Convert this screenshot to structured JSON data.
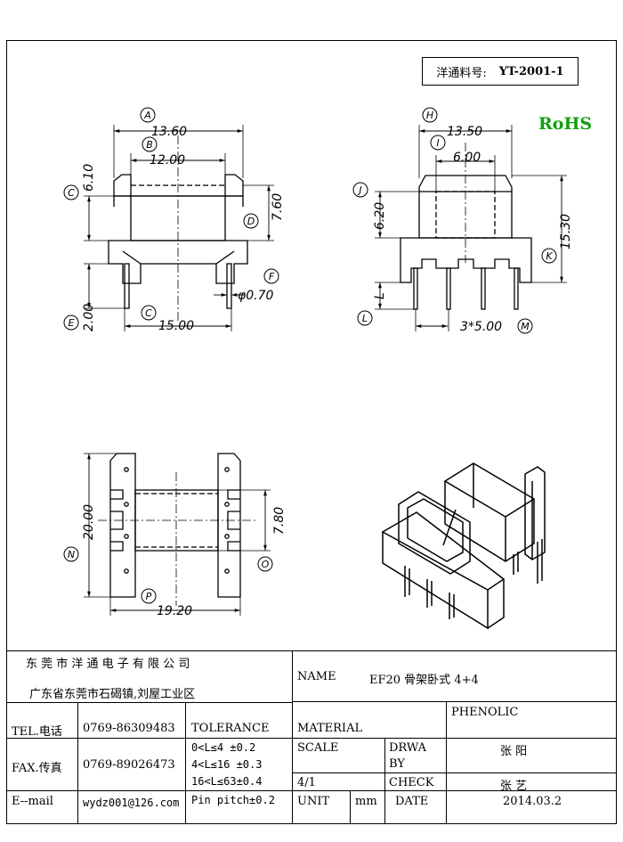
{
  "part_label": "洋通料号:",
  "part_number": "YT-2001-1",
  "rohs": "RoHS",
  "dimensions": {
    "A": "13.60",
    "B": "12.00",
    "C_top": "6.10",
    "D": "7.60",
    "E": "2.00",
    "F": "φ0.70",
    "C_bottom": "15.00",
    "H": "13.50",
    "I": "6.00",
    "J": "6.20",
    "K": "15.30",
    "L": "L",
    "M": "3*5.00",
    "N": "20.00",
    "O": "7.80",
    "P": "19.20"
  },
  "callouts": [
    "A",
    "B",
    "C",
    "D",
    "E",
    "F",
    "C",
    "H",
    "I",
    "J",
    "K",
    "L",
    "M",
    "N",
    "O",
    "P"
  ],
  "title_block": {
    "company": "东 莞 市 洋 通 电 子 有 限 公 司",
    "address": "广东省东莞市石碣镇,刘屋工业区",
    "name_label": "NAME",
    "name_value": "EF20 骨架卧式 4+4",
    "material_value": "PHENOLIC",
    "tel_label": "TEL.电话",
    "tel_value": "0769-86309483",
    "tolerance_label": "TOLERANCE",
    "material_label": "MATERIAL",
    "fax_label": "FAX.传真",
    "fax_value": "0769-89026473",
    "tol_1": "0<L≤4  ±0.2",
    "tol_2": "4<L≤16 ±0.3",
    "tol_3": "16<L≤63±0.4",
    "tol_4": "Pin pitch±0.2",
    "scale_label": "SCALE",
    "scale_value": "4/1",
    "drwa_label": "DRWA",
    "by_label": "BY",
    "drwa_value": "张 阳",
    "check_label": "CHECK",
    "check_value": "张 艺",
    "email_label": "E--mail",
    "email_value": "wydz001@126.com",
    "unit_label": "UNIT",
    "unit_value": "mm",
    "date_label": "DATE",
    "date_value": "2014.03.2"
  }
}
